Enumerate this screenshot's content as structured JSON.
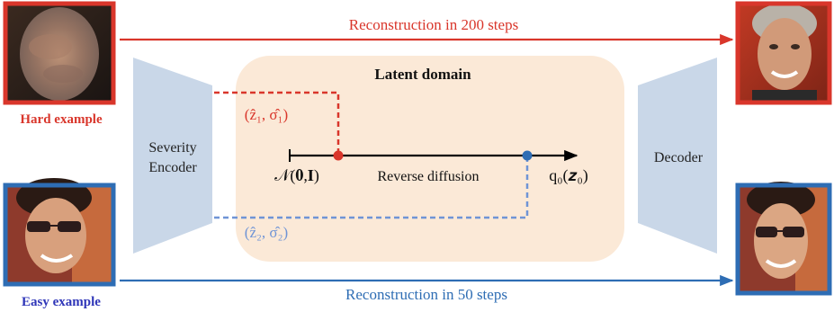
{
  "top_caption": "Reconstruction in 200 steps",
  "bottom_caption": "Reconstruction in 50 steps",
  "hard_label": "Hard example",
  "easy_label": "Easy example",
  "encoder_line1": "Severity",
  "encoder_line2": "Encoder",
  "decoder": "Decoder",
  "latent_title": "Latent domain",
  "reverse": "Reverse diffusion",
  "start_dist": "𝒩(𝟎,𝐈)",
  "end_dist": "q₀(𝒛₀)",
  "hard_est": "(ẑ₁, σ̂₁)",
  "easy_est": "(ẑ₂, σ̂₂)",
  "colors": {
    "red": "#d9362b",
    "blue": "#2e6db4",
    "light_blue": "#6f94d6",
    "latent_bg": "#fbe9d7",
    "encoder": "#c9d7e8"
  }
}
